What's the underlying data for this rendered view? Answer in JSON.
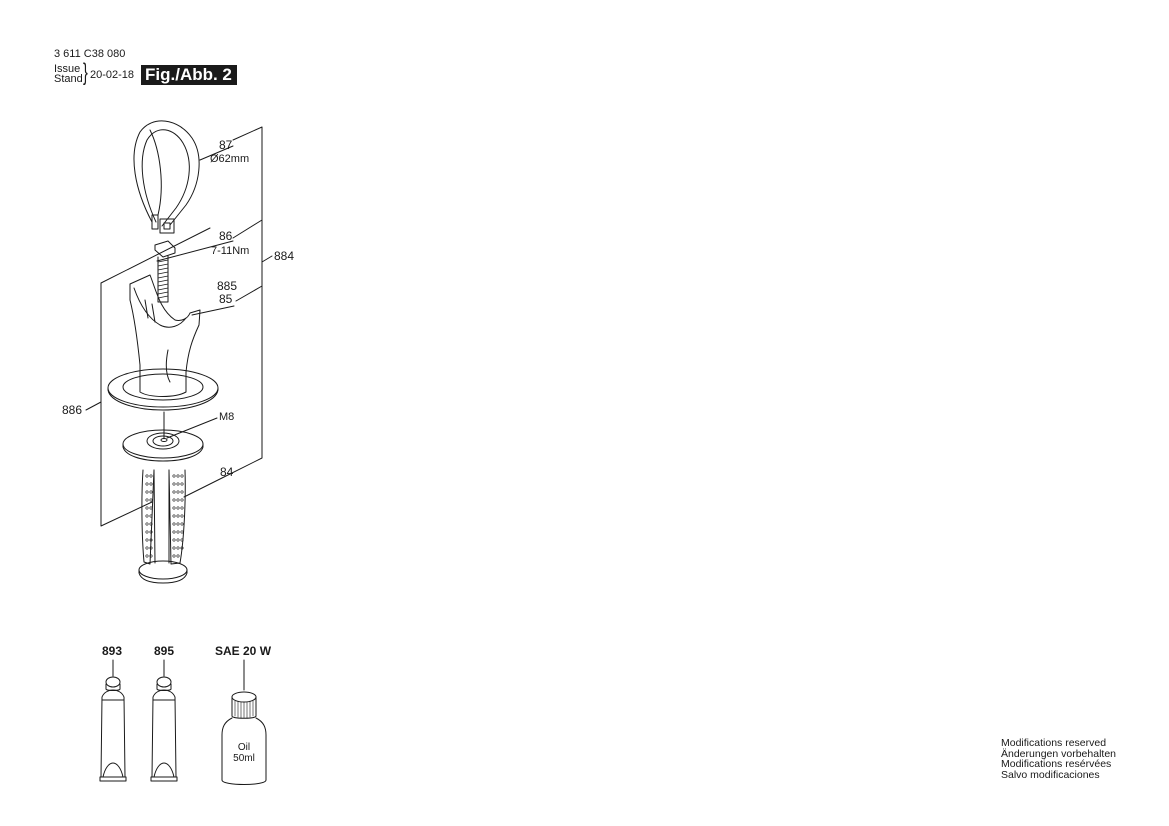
{
  "header": {
    "document_number": "3 611 C38 080",
    "issue_label": "Issue",
    "stand_label": "Stand",
    "issue_date": "20-02-18",
    "figure_label": "Fig./Abb. 2"
  },
  "parts": {
    "strap": {
      "number": "87",
      "spec": "Ø62mm"
    },
    "bolt": {
      "number": "86",
      "spec": "7-11Nm"
    },
    "handle_head": {
      "number_a": "885",
      "number_b": "85"
    },
    "assembly_right": {
      "number": "884"
    },
    "assembly_left": {
      "number": "886"
    },
    "nut": {
      "spec": "M8"
    },
    "grip": {
      "number": "84"
    }
  },
  "accessories": {
    "tube_1": {
      "number": "893"
    },
    "tube_2": {
      "number": "895"
    },
    "oil_bottle": {
      "number": "SAE 20 W",
      "label_line1": "Oil",
      "label_line2": "50ml"
    }
  },
  "footer": {
    "lines": [
      "Modifications reserved",
      "Änderungen vorbehalten",
      "Modifications resérvées",
      "Salvo modificaciones"
    ]
  }
}
